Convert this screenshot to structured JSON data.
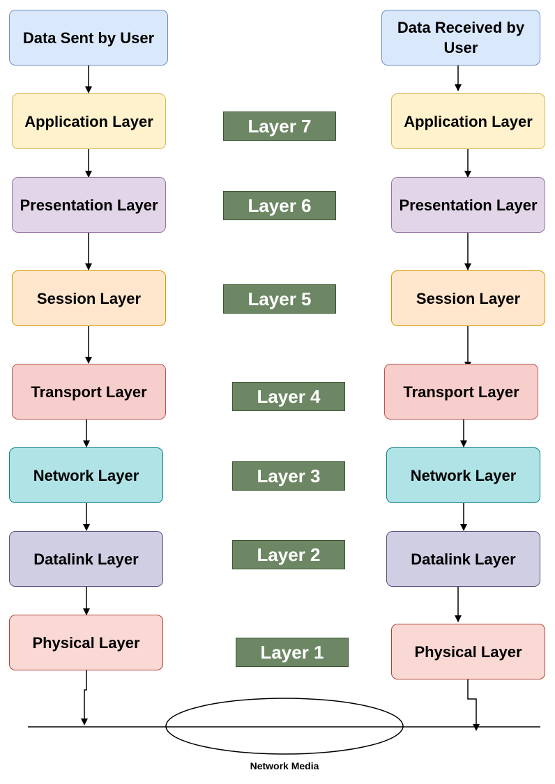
{
  "sender": {
    "user": "Data Sent by User",
    "application": "Application Layer",
    "presentation": "Presentation Layer",
    "session": "Session Layer",
    "transport": "Transport Layer",
    "network": "Network Layer",
    "datalink": "Datalink Layer",
    "physical": "Physical Layer"
  },
  "receiver": {
    "user": "Data Received by User",
    "application": "Application Layer",
    "presentation": "Presentation Layer",
    "session": "Session Layer",
    "transport": "Transport Layer",
    "network": "Network Layer",
    "datalink": "Datalink Layer",
    "physical": "Physical Layer"
  },
  "layers": {
    "l7": "Layer 7",
    "l6": "Layer 6",
    "l5": "Layer 5",
    "l4": "Layer 4",
    "l3": "Layer 3",
    "l2": "Layer 2",
    "l1": "Layer 1"
  },
  "media": {
    "label": "Network Media"
  },
  "colors": {
    "user": "#dae8fc",
    "application": "#fff2cc",
    "presentation": "#e1d5e7",
    "session": "#ffe6cc",
    "transport": "#f8cecc",
    "network": "#b0e3e6",
    "datalink": "#d0cee2",
    "physical": "#fad9d5",
    "layer_tag": "#6d8764"
  }
}
